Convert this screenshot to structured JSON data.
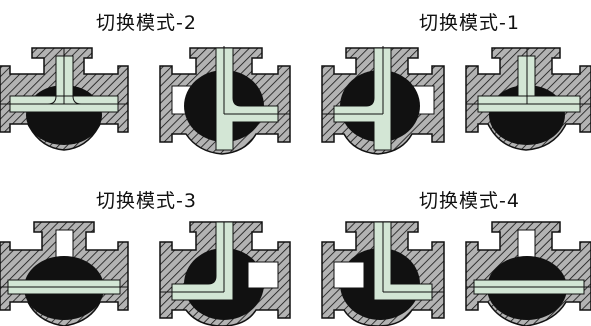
{
  "modes": [
    {
      "label": "切换模式-2"
    },
    {
      "label": "切换模式-1"
    },
    {
      "label": "切换模式-3"
    },
    {
      "label": "切换模式-4"
    }
  ],
  "colors": {
    "body_fill": "#b3b3b3",
    "body_stroke": "#111111",
    "hatch": "#111111",
    "flow_green": "#d3e6d5",
    "ball": "#111111",
    "white": "#ffffff"
  },
  "valve_icon": "three-way-ball-valve-section"
}
